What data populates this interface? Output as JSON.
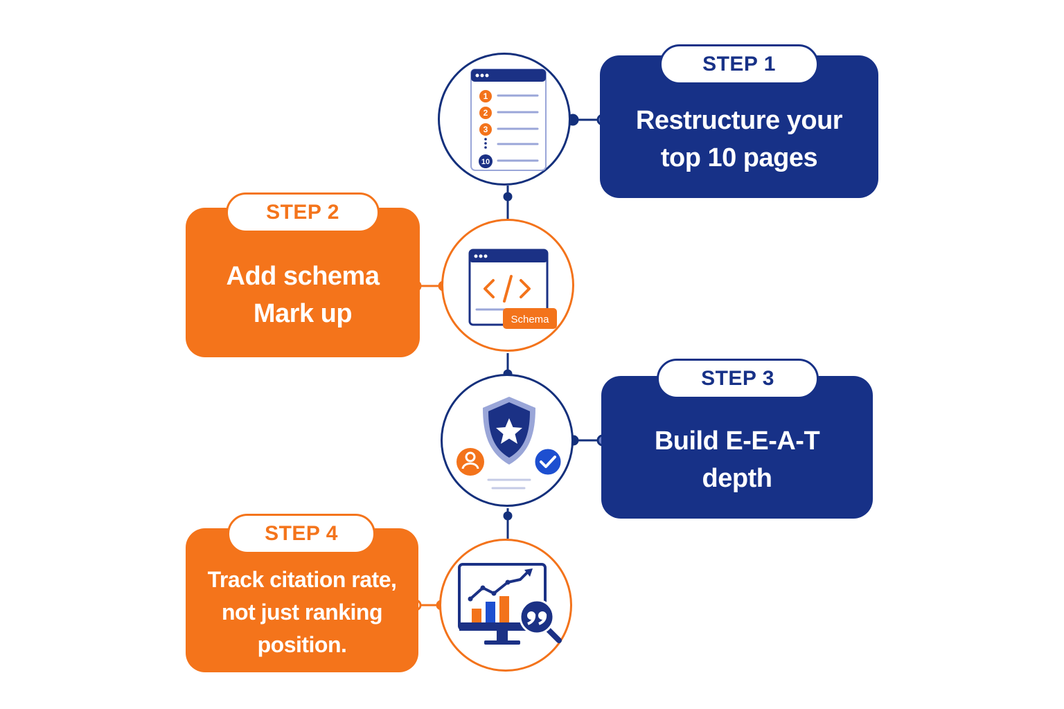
{
  "steps": [
    {
      "label": "STEP 1",
      "text": "Restructure your top 10 pages",
      "icon": "numbered-list-page-icon",
      "color": "#173187"
    },
    {
      "label": "STEP 2",
      "text": "Add schema Mark up",
      "icon": "code-window-icon",
      "badge": "Schema",
      "color": "#f4741b"
    },
    {
      "label": "STEP 3",
      "text": "Build E-E-A-T depth",
      "icon": "shield-star-icon",
      "color": "#173187"
    },
    {
      "label": "STEP 4",
      "text": "Track citation rate, not just ranking position.",
      "icon": "monitor-chart-icon",
      "color": "#f4741b"
    }
  ],
  "list_numbers": [
    "1",
    "2",
    "3",
    "10"
  ],
  "colors": {
    "navy": "#173187",
    "orange": "#f4741b",
    "light_navy": "#9aa6d8"
  }
}
